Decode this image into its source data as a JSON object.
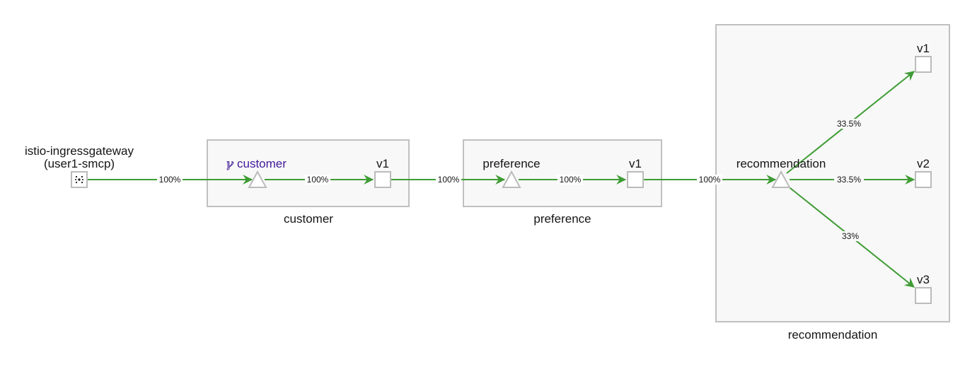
{
  "colors": {
    "edge": "#3f9c35",
    "box_fill": "#f8f8f8",
    "box_stroke": "#c0c0c0",
    "node_stroke": "#bbbbbb",
    "virtual_service": "#40199a"
  },
  "ingress": {
    "label_line1": "istio-ingressgateway",
    "label_line2": "(user1-smcp)",
    "icon": "gateway-icon"
  },
  "customer": {
    "box_label": "customer",
    "service_label": "customer",
    "service_icon": "virtual-service-icon",
    "version_label": "v1"
  },
  "preference": {
    "box_label": "preference",
    "service_label": "preference",
    "version_label": "v1"
  },
  "recommendation": {
    "box_label": "recommendation",
    "service_label": "recommendation",
    "versions": [
      "v1",
      "v2",
      "v3"
    ]
  },
  "edges": {
    "ingress_to_customer": "100%",
    "customer_svc_to_v1": "100%",
    "customer_v1_to_preference": "100%",
    "preference_svc_to_v1": "100%",
    "preference_v1_to_recommendation": "100%",
    "recommendation_to_v1": "33.5%",
    "recommendation_to_v2": "33.5%",
    "recommendation_to_v3": "33%"
  }
}
